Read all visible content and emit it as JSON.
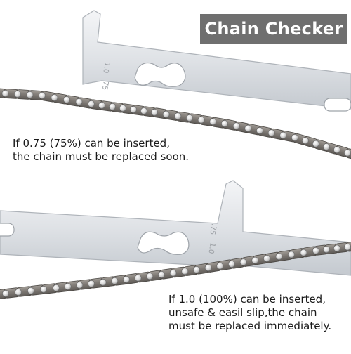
{
  "product": {
    "title": "Chain Checker"
  },
  "captions": {
    "top": {
      "line1": "If 0.75 (75%) can be inserted,",
      "line2": "the chain must be replaced soon."
    },
    "bottom": {
      "line1": "If 1.0 (100%) can be inserted,",
      "line2": "unsafe & easil slip,the chain",
      "line3": "must be replaced immediately."
    }
  },
  "tool_marks": {
    "top_a": "1.0",
    "top_b": "75",
    "bottom_a": ".75",
    "bottom_b": "1.0"
  },
  "colors": {
    "banner": "#6f6f6f",
    "steel_light": "#eceef0",
    "steel_dark": "#b9bec4",
    "chain_plate": "#8a8580",
    "chain_roller": "#cfcfcf"
  }
}
